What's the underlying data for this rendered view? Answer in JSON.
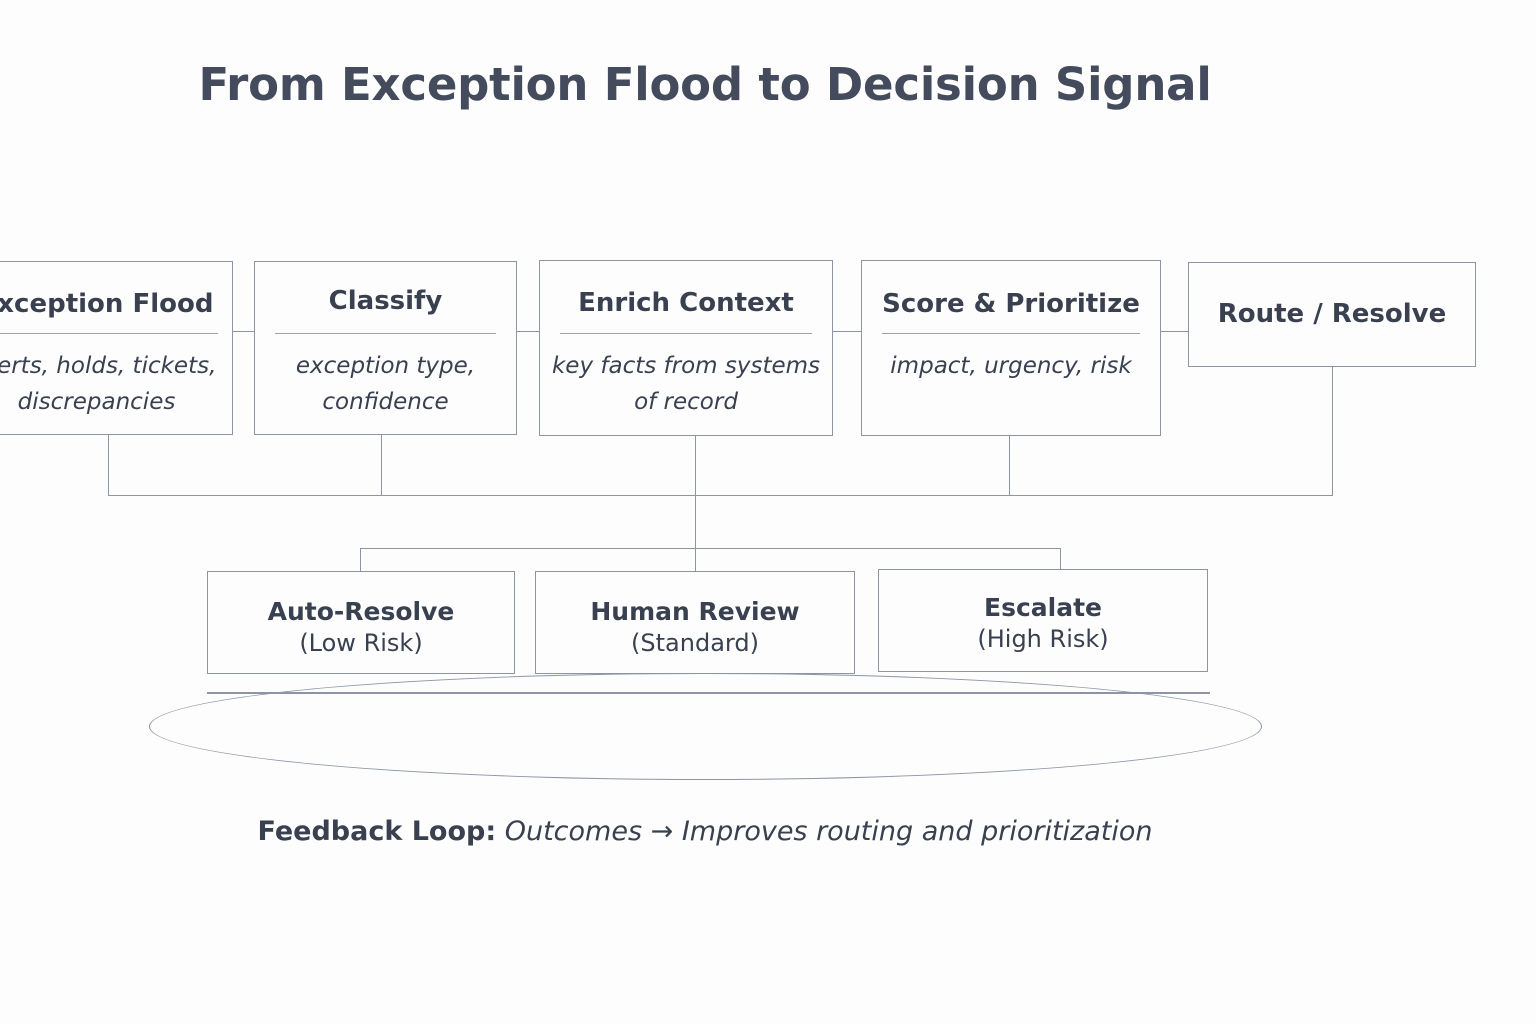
{
  "title": "From Exception Flood to Decision Signal",
  "colors": {
    "background": "#fdfdfd",
    "text": "#39404f",
    "title_text": "#434b5c",
    "border": "#8d94a6",
    "divider": "#9aa1b2"
  },
  "pipeline": {
    "stages": [
      {
        "id": "exception-flood",
        "title": "Exception Flood",
        "subtitle": "alerts, holds, tickets, discrepancies"
      },
      {
        "id": "classify",
        "title": "Classify",
        "subtitle": "exception type, confidence"
      },
      {
        "id": "enrich-context",
        "title": "Enrich Context",
        "subtitle": "key facts from systems of record"
      },
      {
        "id": "score-prioritize",
        "title": "Score & Prioritize",
        "subtitle": "impact, urgency, risk"
      },
      {
        "id": "route-resolve",
        "title": "Route / Resolve",
        "subtitle": ""
      }
    ]
  },
  "outcomes": [
    {
      "id": "auto-resolve",
      "title": "Auto-Resolve",
      "qualifier": "(Low Risk)"
    },
    {
      "id": "human-review",
      "title": "Human Review",
      "qualifier": "(Standard)"
    },
    {
      "id": "escalate",
      "title": "Escalate",
      "qualifier": "(High Risk)"
    }
  ],
  "feedback": {
    "label": "Feedback Loop:",
    "text": "Outcomes → Improves routing and prioritization"
  }
}
